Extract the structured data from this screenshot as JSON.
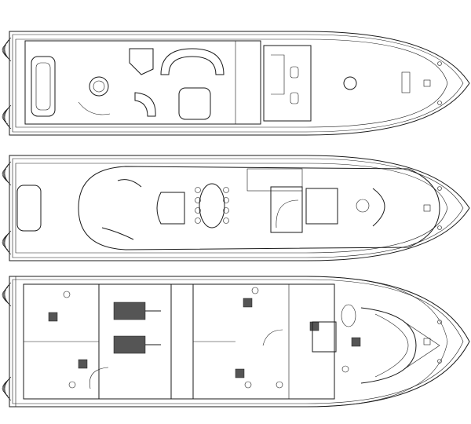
{
  "colors": {
    "line": "#1a1a1a",
    "background": "#ffffff",
    "hatch": "#555555"
  },
  "decks": [
    {
      "id": "sun-deck"
    },
    {
      "id": "main-deck"
    },
    {
      "id": "lower-deck"
    }
  ]
}
